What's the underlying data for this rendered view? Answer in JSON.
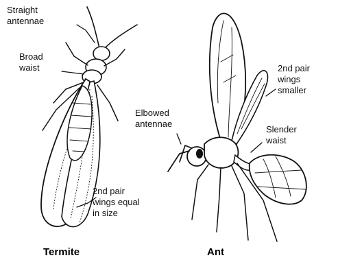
{
  "termite": {
    "title": "Termite",
    "labels": {
      "antennae": [
        "Straight",
        "antennae"
      ],
      "waist": [
        "Broad",
        "waist"
      ],
      "wings": [
        "2nd pair",
        "wings equal",
        "in size"
      ]
    }
  },
  "ant": {
    "title": "Ant",
    "labels": {
      "antennae": [
        "Elbowed",
        "antennae"
      ],
      "wings": [
        "2nd pair",
        "wings",
        "smaller"
      ],
      "waist": [
        "Slender",
        "waist"
      ]
    }
  }
}
